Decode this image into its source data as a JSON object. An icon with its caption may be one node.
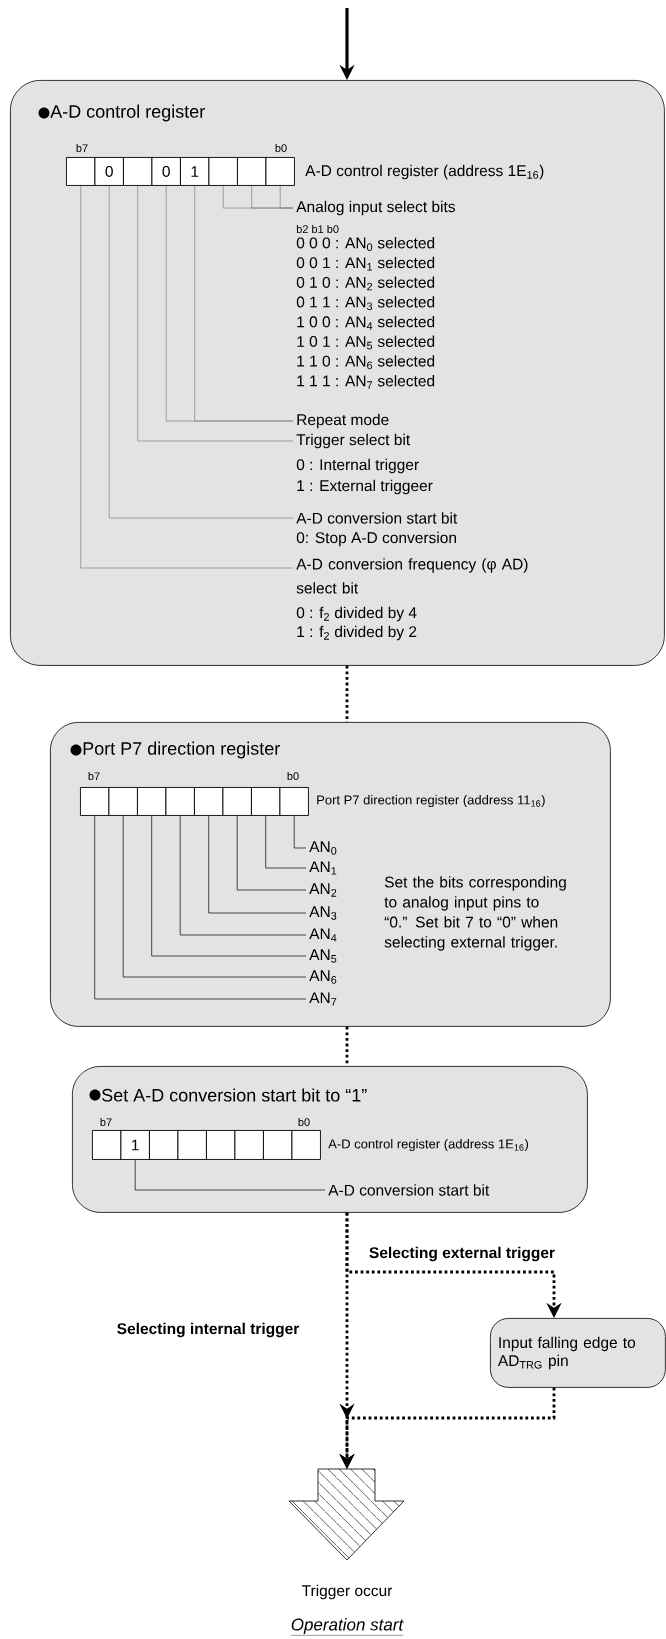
{
  "diagram": {
    "nodes": [
      {
        "text": [
          "A-D control register"
        ]
      },
      {
        "text": [],
        "shape": "box",
        "in": 0
      },
      {
        "text": [
          "0"
        ],
        "in": 0
      },
      {
        "text": [],
        "shape": "box",
        "in": 0
      },
      {
        "text": [
          "0"
        ],
        "in": 0
      },
      {
        "text": [
          "1"
        ],
        "in": 0
      },
      {
        "text": [],
        "shape": "box",
        "in": 0
      },
      {
        "text": [],
        "shape": "box",
        "in": 0
      },
      {
        "text": [],
        "shape": "box",
        "in": 0
      },
      {
        "text": [
          "Analog input select bits"
        ],
        "in": 0
      },
      {
        "text": [
          "Repeat mode"
        ],
        "in": 0
      },
      {
        "text": [
          "Trigger select bit"
        ],
        "in": 0
      },
      {
        "text": [
          "A-D conversion start bit"
        ],
        "in": 0
      },
      {
        "text": [
          "A-D conversion frequency (φ AD) select bit"
        ],
        "in": 0
      },
      {
        "text": [
          "Port P7 direction register"
        ]
      },
      {
        "text": [],
        "shape": "box",
        "in": 14
      },
      {
        "text": [],
        "shape": "box",
        "in": 14
      },
      {
        "text": [],
        "shape": "box",
        "in": 14
      },
      {
        "text": [],
        "shape": "box",
        "in": 14
      },
      {
        "text": [],
        "shape": "box",
        "in": 14
      },
      {
        "text": [],
        "shape": "box",
        "in": 14
      },
      {
        "text": [],
        "shape": "box",
        "in": 14
      },
      {
        "text": [],
        "shape": "box",
        "in": 14
      },
      {
        "text": [
          "AN$_{0}$"
        ],
        "in": 14
      },
      {
        "text": [
          "AN$_{1}$"
        ],
        "in": 14
      },
      {
        "text": [
          "AN$_{2}$"
        ],
        "in": 14
      },
      {
        "text": [
          "AN$_{3}$"
        ],
        "in": 14
      },
      {
        "text": [
          "AN$_{4}$"
        ],
        "in": 14
      },
      {
        "text": [
          "AN$_{5}$"
        ],
        "in": 14
      },
      {
        "text": [
          "AN$_{6}$"
        ],
        "in": 14
      },
      {
        "text": [
          "AN$_{7}$"
        ],
        "in": 14
      },
      {
        "text": [
          "Set A-D conversion start bit to “1”"
        ]
      },
      {
        "text": [],
        "shape": "box",
        "in": 31
      },
      {
        "text": [
          "1"
        ],
        "in": 31
      },
      {
        "text": [],
        "shape": "box",
        "in": 31
      },
      {
        "text": [],
        "shape": "box",
        "in": 31
      },
      {
        "text": [],
        "shape": "box",
        "in": 31
      },
      {
        "text": [],
        "shape": "box",
        "in": 31
      },
      {
        "text": [],
        "shape": "box",
        "in": 31
      },
      {
        "text": [],
        "shape": "box",
        "in": 31
      },
      {
        "text": [
          "A-D conversion start bit"
        ],
        "in": 31
      },
      {
        "text": [
          "Input falling edge to AD$_{TRG}$ pin"
        ]
      },
      {
        "text": [],
        "shape": "arrow",
        "beside": [
          "Trigger occur",
          "Operation start"
        ]
      }
    ],
    "edges": [
      {
        "from": null,
        "to": 0,
        "arrow": "to",
        "style": "thick"
      },
      {
        "from": 0,
        "to": 14,
        "arrow": "none",
        "style": "dashed"
      },
      {
        "from": 14,
        "to": 31,
        "arrow": "none",
        "style": "dashed"
      },
      {
        "from": 31,
        "to": 42,
        "arrow": "to",
        "style": "dashed",
        "label": "Selecting internal trigger"
      },
      {
        "from": 31,
        "to": 41,
        "arrow": "to",
        "style": "dashed",
        "label": "Selecting external trigger"
      },
      {
        "from": 41,
        "to": 42,
        "arrow": "to",
        "style": "dashed"
      },
      {
        "from": 9,
        "to": 6,
        "arrow": "none",
        "color": "#808080"
      },
      {
        "from": 9,
        "to": 7,
        "arrow": "none",
        "color": "#808080"
      },
      {
        "from": 9,
        "to": 8,
        "arrow": "none",
        "color": "#808080"
      },
      {
        "from": 10,
        "to": 4,
        "arrow": "none",
        "color": "#808080"
      },
      {
        "from": 10,
        "to": 5,
        "arrow": "none",
        "color": "#808080"
      },
      {
        "from": 11,
        "to": 3,
        "arrow": "none",
        "color": "#808080"
      },
      {
        "from": 12,
        "to": 2,
        "arrow": "none",
        "color": "#808080"
      },
      {
        "from": 13,
        "to": 1,
        "arrow": "none",
        "color": "#808080"
      },
      {
        "from": 23,
        "to": 22,
        "arrow": "none"
      },
      {
        "from": 24,
        "to": 21,
        "arrow": "none"
      },
      {
        "from": 25,
        "to": 20,
        "arrow": "none"
      },
      {
        "from": 26,
        "to": 19,
        "arrow": "none"
      },
      {
        "from": 27,
        "to": 18,
        "arrow": "none"
      },
      {
        "from": 28,
        "to": 17,
        "arrow": "none"
      },
      {
        "from": 29,
        "to": 16,
        "arrow": "none"
      },
      {
        "from": 30,
        "to": 15,
        "arrow": "none"
      },
      {
        "from": 40,
        "to": 33,
        "arrow": "none"
      }
    ],
    "labels": [
      "b7",
      "b0",
      "A-D control register  (address 1E$_{16}$)",
      "b2 b1 b0",
      "0 0 0 : AN$_{0}$ selected",
      "0 0 1 : AN$_{1}$ selected",
      "0 1 0 : AN$_{2}$ selected",
      "0 1 1 : AN$_{3}$ selected",
      "1 0 0 : AN$_{4}$ selected",
      "1 0 1 : AN$_{5}$ selected",
      "1 1 0 : AN$_{6}$ selected",
      "1 1 1 : AN$_{7}$ selected",
      "0 : Internal trigger",
      "1 : External triggeer",
      "0: Stop A-D conversion",
      "0 : f$_{2}$ divided by 4",
      "1 : f$_{2}$ divided by 2",
      "b7",
      "b0",
      "Port P7 direction register (address 11$_{16}$)",
      "Set the bits corresponding to analog input pins to “0.” Set bit 7 to “0” when selecting external trigger.",
      "b7",
      "b0",
      "A-D control register (address 1E$_{16}$)"
    ]
  }
}
